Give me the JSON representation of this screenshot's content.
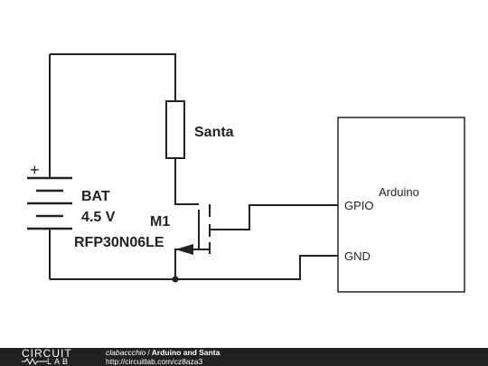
{
  "circuit": {
    "resistor_label": "Santa",
    "battery_plus": "+",
    "battery_name": "BAT",
    "battery_voltage": "4.5 V",
    "mosfet_name": "M1",
    "mosfet_part": "RFP30N06LE",
    "arduino_label": "Arduino",
    "pin_gpio": "GPIO",
    "pin_gnd": "GND"
  },
  "footer": {
    "logo_top": "CIRCUIT",
    "logo_bottom": "LAB",
    "author": "clabaccchio",
    "separator": "/",
    "title": "Arduino and Santa",
    "url": "http://circuitlab.com/cz8aza3"
  },
  "colors": {
    "wire": "#222222",
    "footer_bg": "#222222"
  }
}
